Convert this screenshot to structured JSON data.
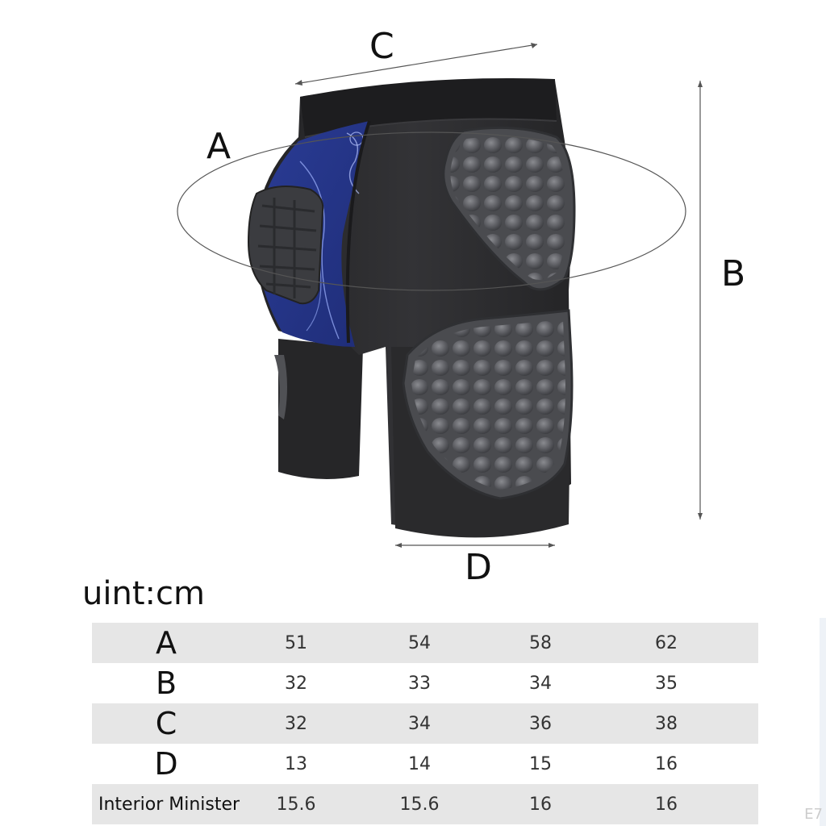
{
  "dimensions": {
    "a_label": "A",
    "b_label": "B",
    "c_label": "C",
    "d_label": "D"
  },
  "unit_label": "uint:cm",
  "table": {
    "rows": [
      {
        "label": "A",
        "values": [
          "51",
          "54",
          "58",
          "62"
        ]
      },
      {
        "label": "B",
        "values": [
          "32",
          "33",
          "34",
          "35"
        ]
      },
      {
        "label": "C",
        "values": [
          "32",
          "34",
          "36",
          "38"
        ]
      },
      {
        "label": "D",
        "values": [
          "13",
          "14",
          "15",
          "16"
        ]
      },
      {
        "label": "Interior Minister",
        "values": [
          "15.6",
          "15.6",
          "16",
          "16"
        ]
      }
    ]
  },
  "watermark": "E7",
  "colors": {
    "shorts_body": "#2b2b2d",
    "waistband": "#1f1f21",
    "pad_grey": "#5a5b5f",
    "liner_blue": "#2c3f9a",
    "table_shade": "#e6e6e6"
  }
}
